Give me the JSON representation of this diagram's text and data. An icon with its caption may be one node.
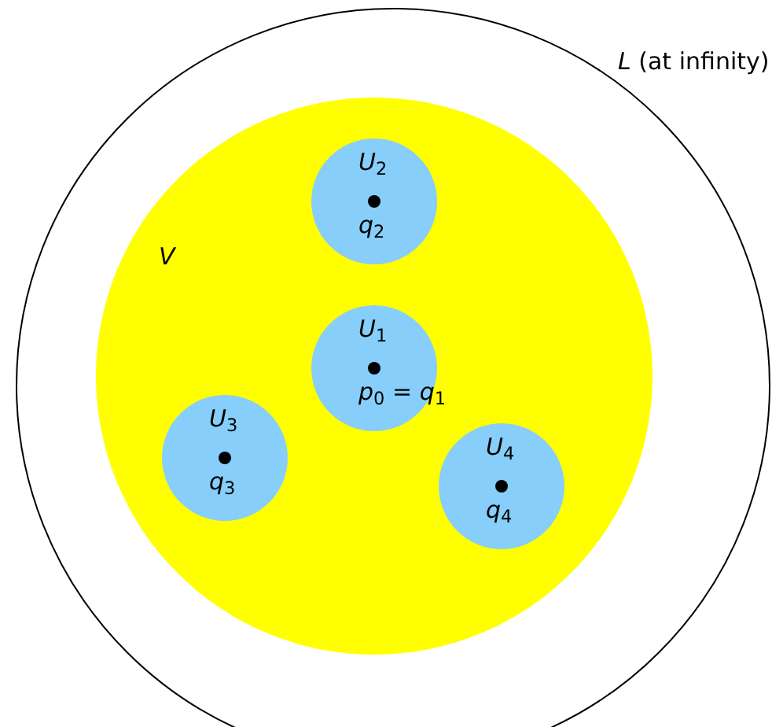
{
  "diagram": {
    "nodes": [
      {
        "text": [
          "*L* (at infinity)"
        ]
      },
      {
        "text": [
          "*V*"
        ],
        "in": 0
      },
      {
        "text": [
          "*U*$_{2}$",
          "*q*$_{2}$"
        ],
        "in": 1
      },
      {
        "text": [
          "*U*$_{1}$",
          "*p*$_{0}$ = *q*$_{1}$"
        ],
        "in": 1
      },
      {
        "text": [
          "*U*$_{3}$",
          "*q*$_{3}$"
        ],
        "in": 1
      },
      {
        "text": [
          "*U*$_{4}$",
          "*q*$_{4}$"
        ],
        "in": 1
      }
    ]
  }
}
